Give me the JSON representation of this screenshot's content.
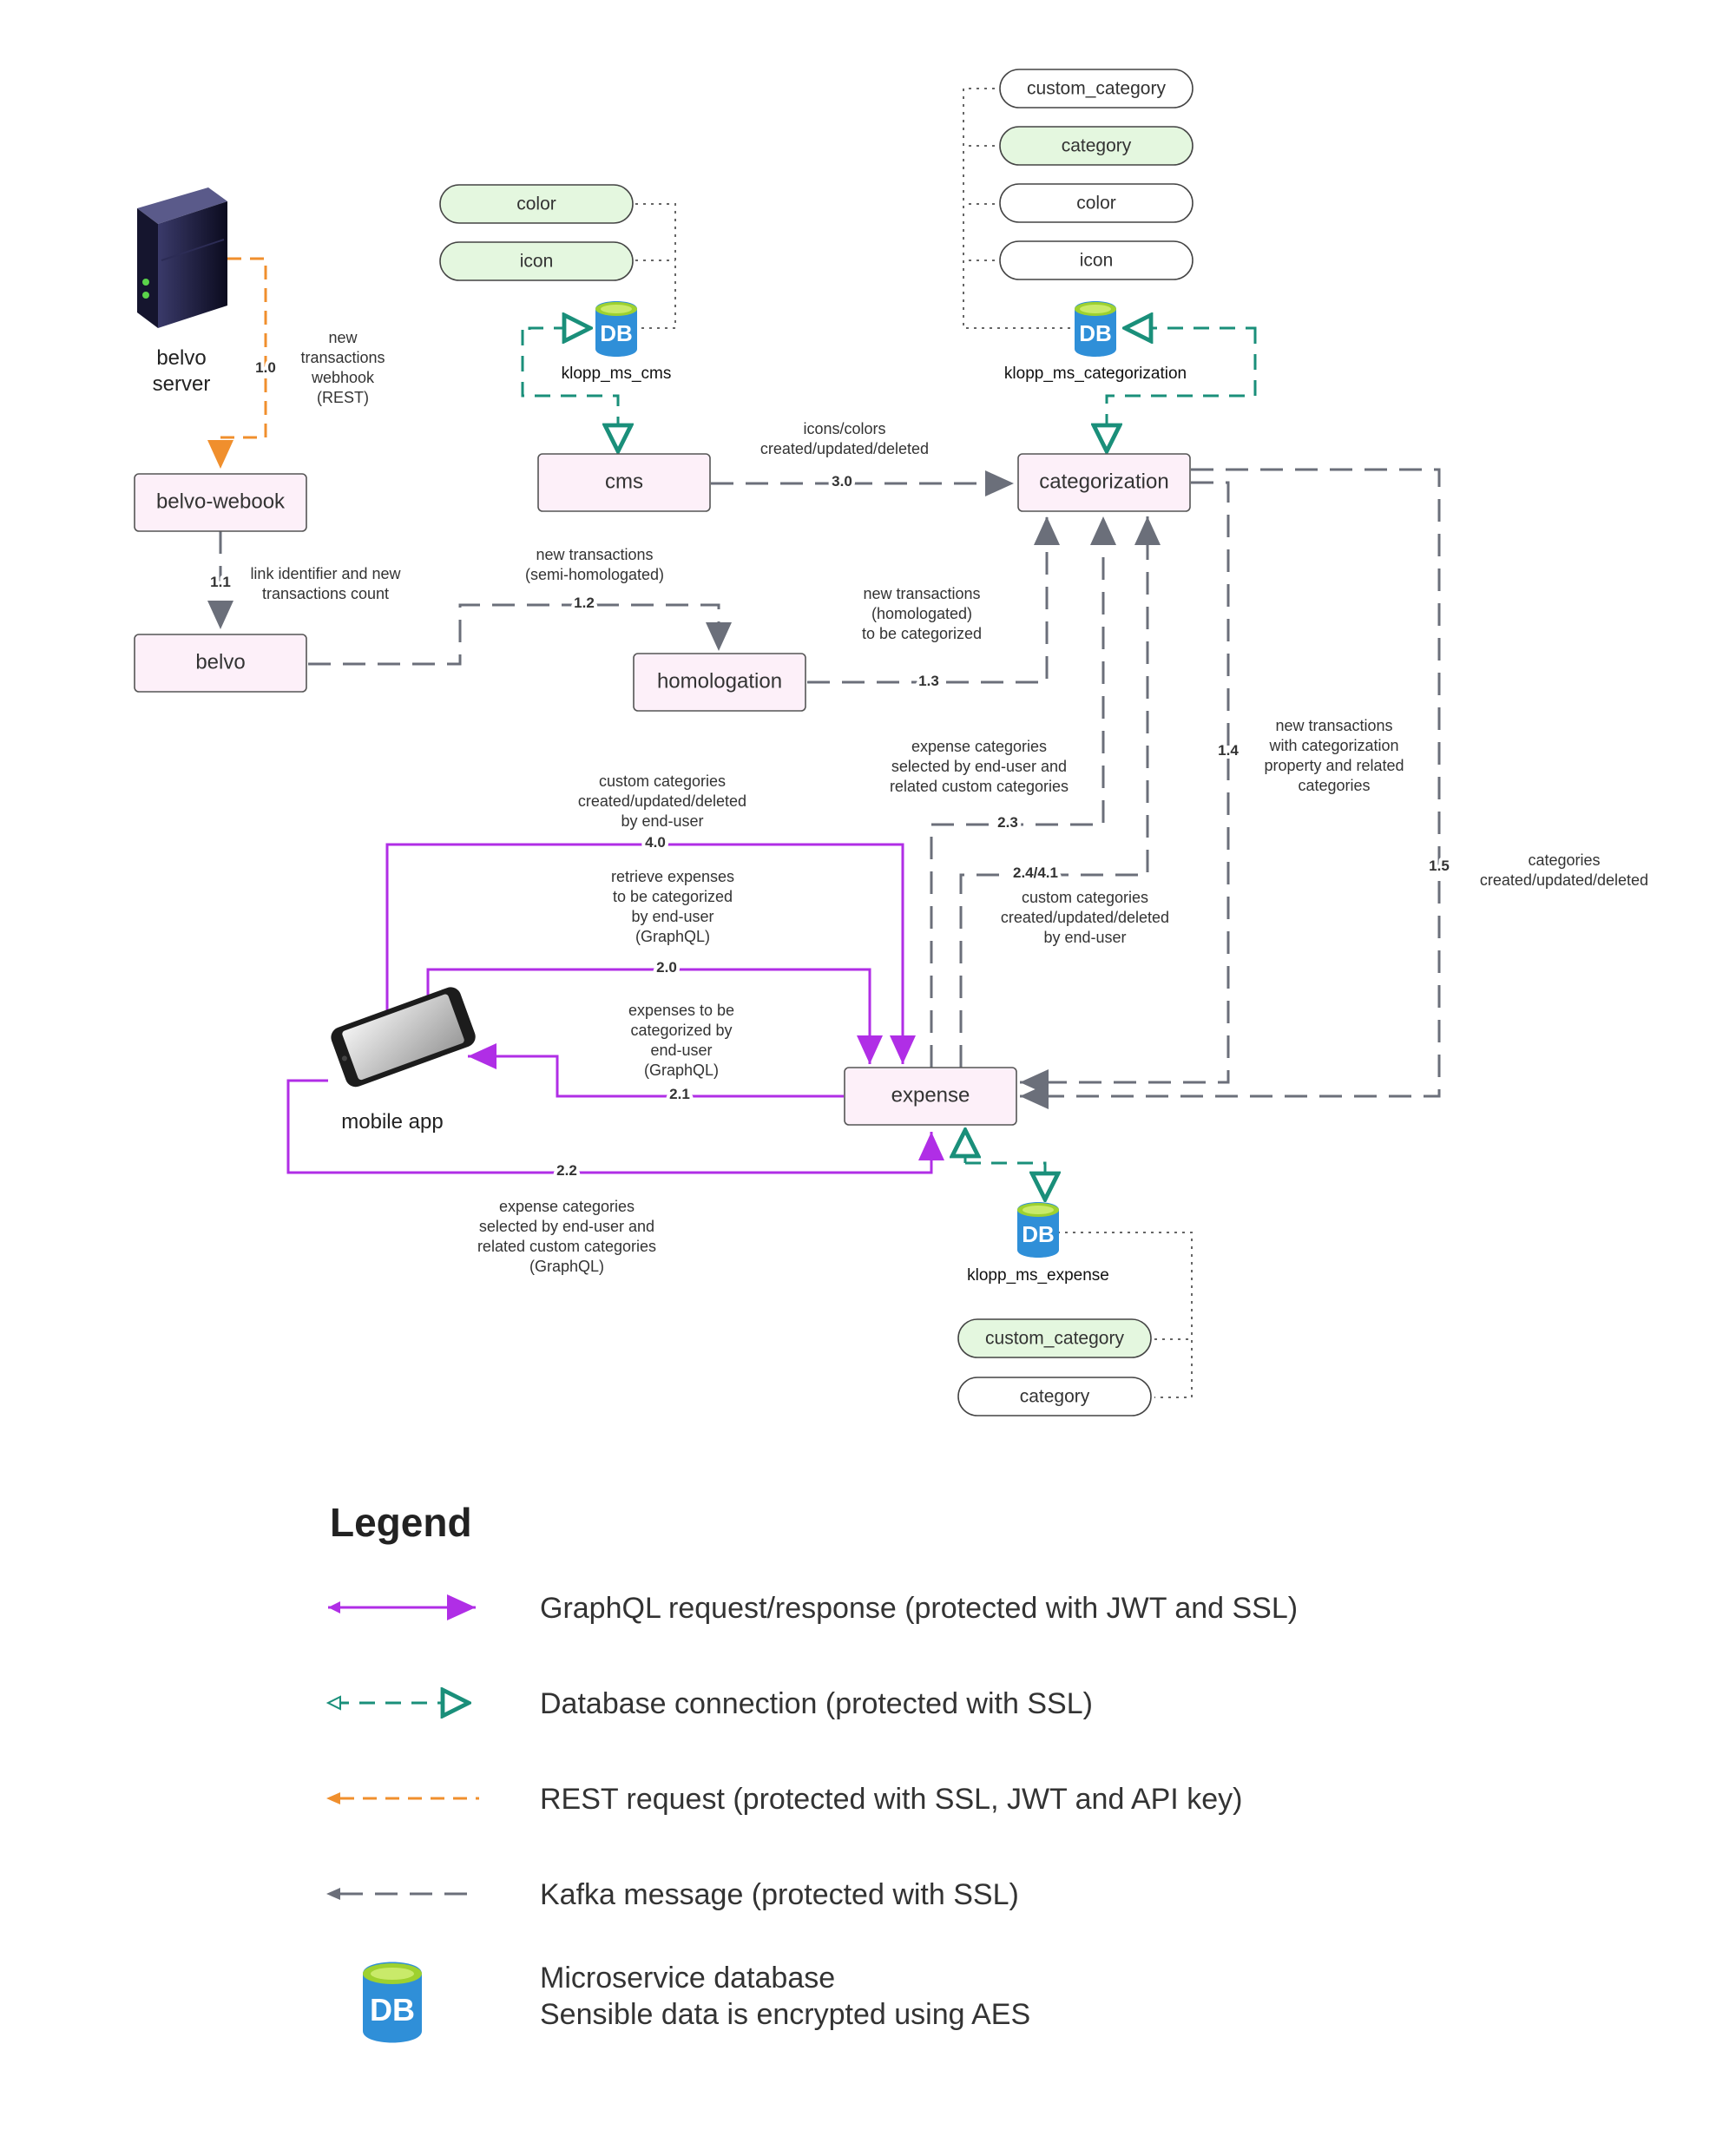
{
  "nodes": {
    "belvo_server": "belvo\nserver",
    "belvo_webook": "belvo-webook",
    "belvo": "belvo",
    "homologation": "homologation",
    "cms": "cms",
    "categorization": "categorization",
    "expense": "expense",
    "mobile_app": "mobile app"
  },
  "databases": {
    "cms": "klopp_ms_cms",
    "categorization": "klopp_ms_categorization",
    "expense": "klopp_ms_expense",
    "icon_text": "DB"
  },
  "tables": {
    "cms": [
      {
        "name": "color",
        "highlighted": true
      },
      {
        "name": "icon",
        "highlighted": true
      }
    ],
    "categorization": [
      {
        "name": "custom_category",
        "highlighted": false
      },
      {
        "name": "category",
        "highlighted": true
      },
      {
        "name": "color",
        "highlighted": false
      },
      {
        "name": "icon",
        "highlighted": false
      }
    ],
    "expense": [
      {
        "name": "custom_category",
        "highlighted": true
      },
      {
        "name": "category",
        "highlighted": false
      }
    ]
  },
  "edges": [
    {
      "id": "1.0",
      "label": "new\ntransactions\nwebhook\n(REST)"
    },
    {
      "id": "1.1",
      "label": "link identifier and new\ntransactions count"
    },
    {
      "id": "1.2",
      "label": "new transactions\n(semi-homologated)"
    },
    {
      "id": "1.3",
      "label": "new transactions\n(homologated)\nto be categorized"
    },
    {
      "id": "1.4",
      "label": "new transactions\nwith categorization\nproperty and related\ncategories"
    },
    {
      "id": "1.5",
      "label": "categories\ncreated/updated/deleted"
    },
    {
      "id": "2.0",
      "label": "retrieve expenses\nto be categorized\nby end-user\n(GraphQL)"
    },
    {
      "id": "2.1",
      "label": "expenses to be\ncategorized by\nend-user\n(GraphQL)"
    },
    {
      "id": "2.2",
      "label": "expense categories\nselected by end-user and\nrelated custom categories\n(GraphQL)"
    },
    {
      "id": "2.3",
      "label": "expense categories\nselected by end-user and\nrelated custom categories"
    },
    {
      "id": "2.4/4.1",
      "label": "custom categories\ncreated/updated/deleted\nby end-user"
    },
    {
      "id": "3.0",
      "label": "icons/colors\ncreated/updated/deleted"
    },
    {
      "id": "4.0",
      "label": "custom categories\ncreated/updated/deleted\nby end-user"
    }
  ],
  "legend": {
    "title": "Legend",
    "items": [
      {
        "type": "graphql",
        "text": "GraphQL request/response (protected with JWT and SSL)"
      },
      {
        "type": "db",
        "text": "Database connection (protected with SSL)"
      },
      {
        "type": "rest",
        "text": "REST request (protected with SSL, JWT and API key)"
      },
      {
        "type": "kafka",
        "text": "Kafka message (protected with SSL)"
      },
      {
        "type": "microservice-db",
        "text": "Microservice database\nSensible data is encrypted using AES"
      }
    ]
  },
  "colors": {
    "graphql": "#b02ee6",
    "database": "#1a8f7a",
    "rest": "#f08f2d",
    "kafka": "#6b6f7a",
    "service_fill": "#fdf0f9",
    "table_highlight": "#e4f7df",
    "db_blue": "#2f8fd8",
    "db_top": "#9ed12f"
  }
}
